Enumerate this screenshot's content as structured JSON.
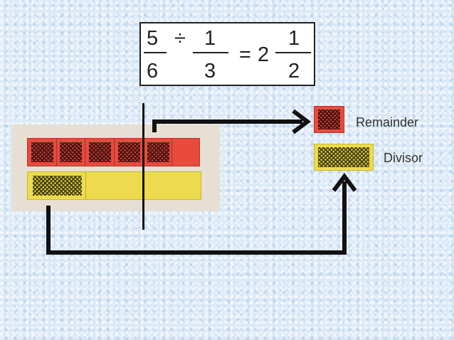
{
  "equation": {
    "frac1_num": "5",
    "frac1_den": "6",
    "operator": "÷",
    "frac2_num": "1",
    "frac2_den": "3",
    "equals": "=",
    "whole": "2",
    "result_num": "1",
    "result_den": "2"
  },
  "legend": {
    "remainder_label": "Remainder",
    "divisor_label": "Divisor"
  },
  "colors": {
    "red_piece": "#e84a3e",
    "yellow_piece": "#eddb4d",
    "background": "#dce9f7"
  }
}
